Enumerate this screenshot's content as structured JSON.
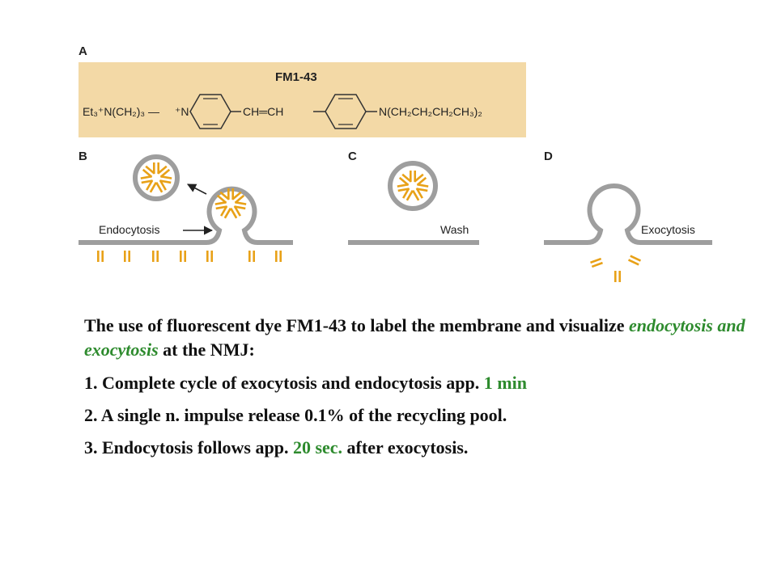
{
  "figure": {
    "panels": [
      "A",
      "B",
      "C",
      "D"
    ],
    "dye_name": "FM1-43",
    "formula": {
      "left_group": "Et₃⁺N(CH₂)₃ —",
      "ring_n": "⁺N",
      "bridge": "CH═CH",
      "right_group": "N(CH₂CH₂CH₂CH₃)₂"
    },
    "labels": {
      "endocytosis": "Endocytosis",
      "wash": "Wash",
      "exocytosis": "Exocytosis"
    },
    "colors": {
      "header_bg": "#f3d9a6",
      "dye": "#e8a117",
      "membrane": "#9e9e9e"
    }
  },
  "caption": {
    "intro_1": "The use of fluorescent dye FM1-43 to label the membrane and visualize ",
    "intro_hl": "endocytosis and exocytosis",
    "intro_2": " at the NMJ:",
    "item1_text": "1. Complete cycle of exocytosis and endocytosis app. ",
    "item1_hl": "1 min",
    "item2_text": "2. A single n. impulse release 0.1% of the recycling pool.",
    "item3_a": "3. Endocytosis follows app. ",
    "item3_hl": "20 sec.",
    "item3_b": " after exocytosis."
  }
}
